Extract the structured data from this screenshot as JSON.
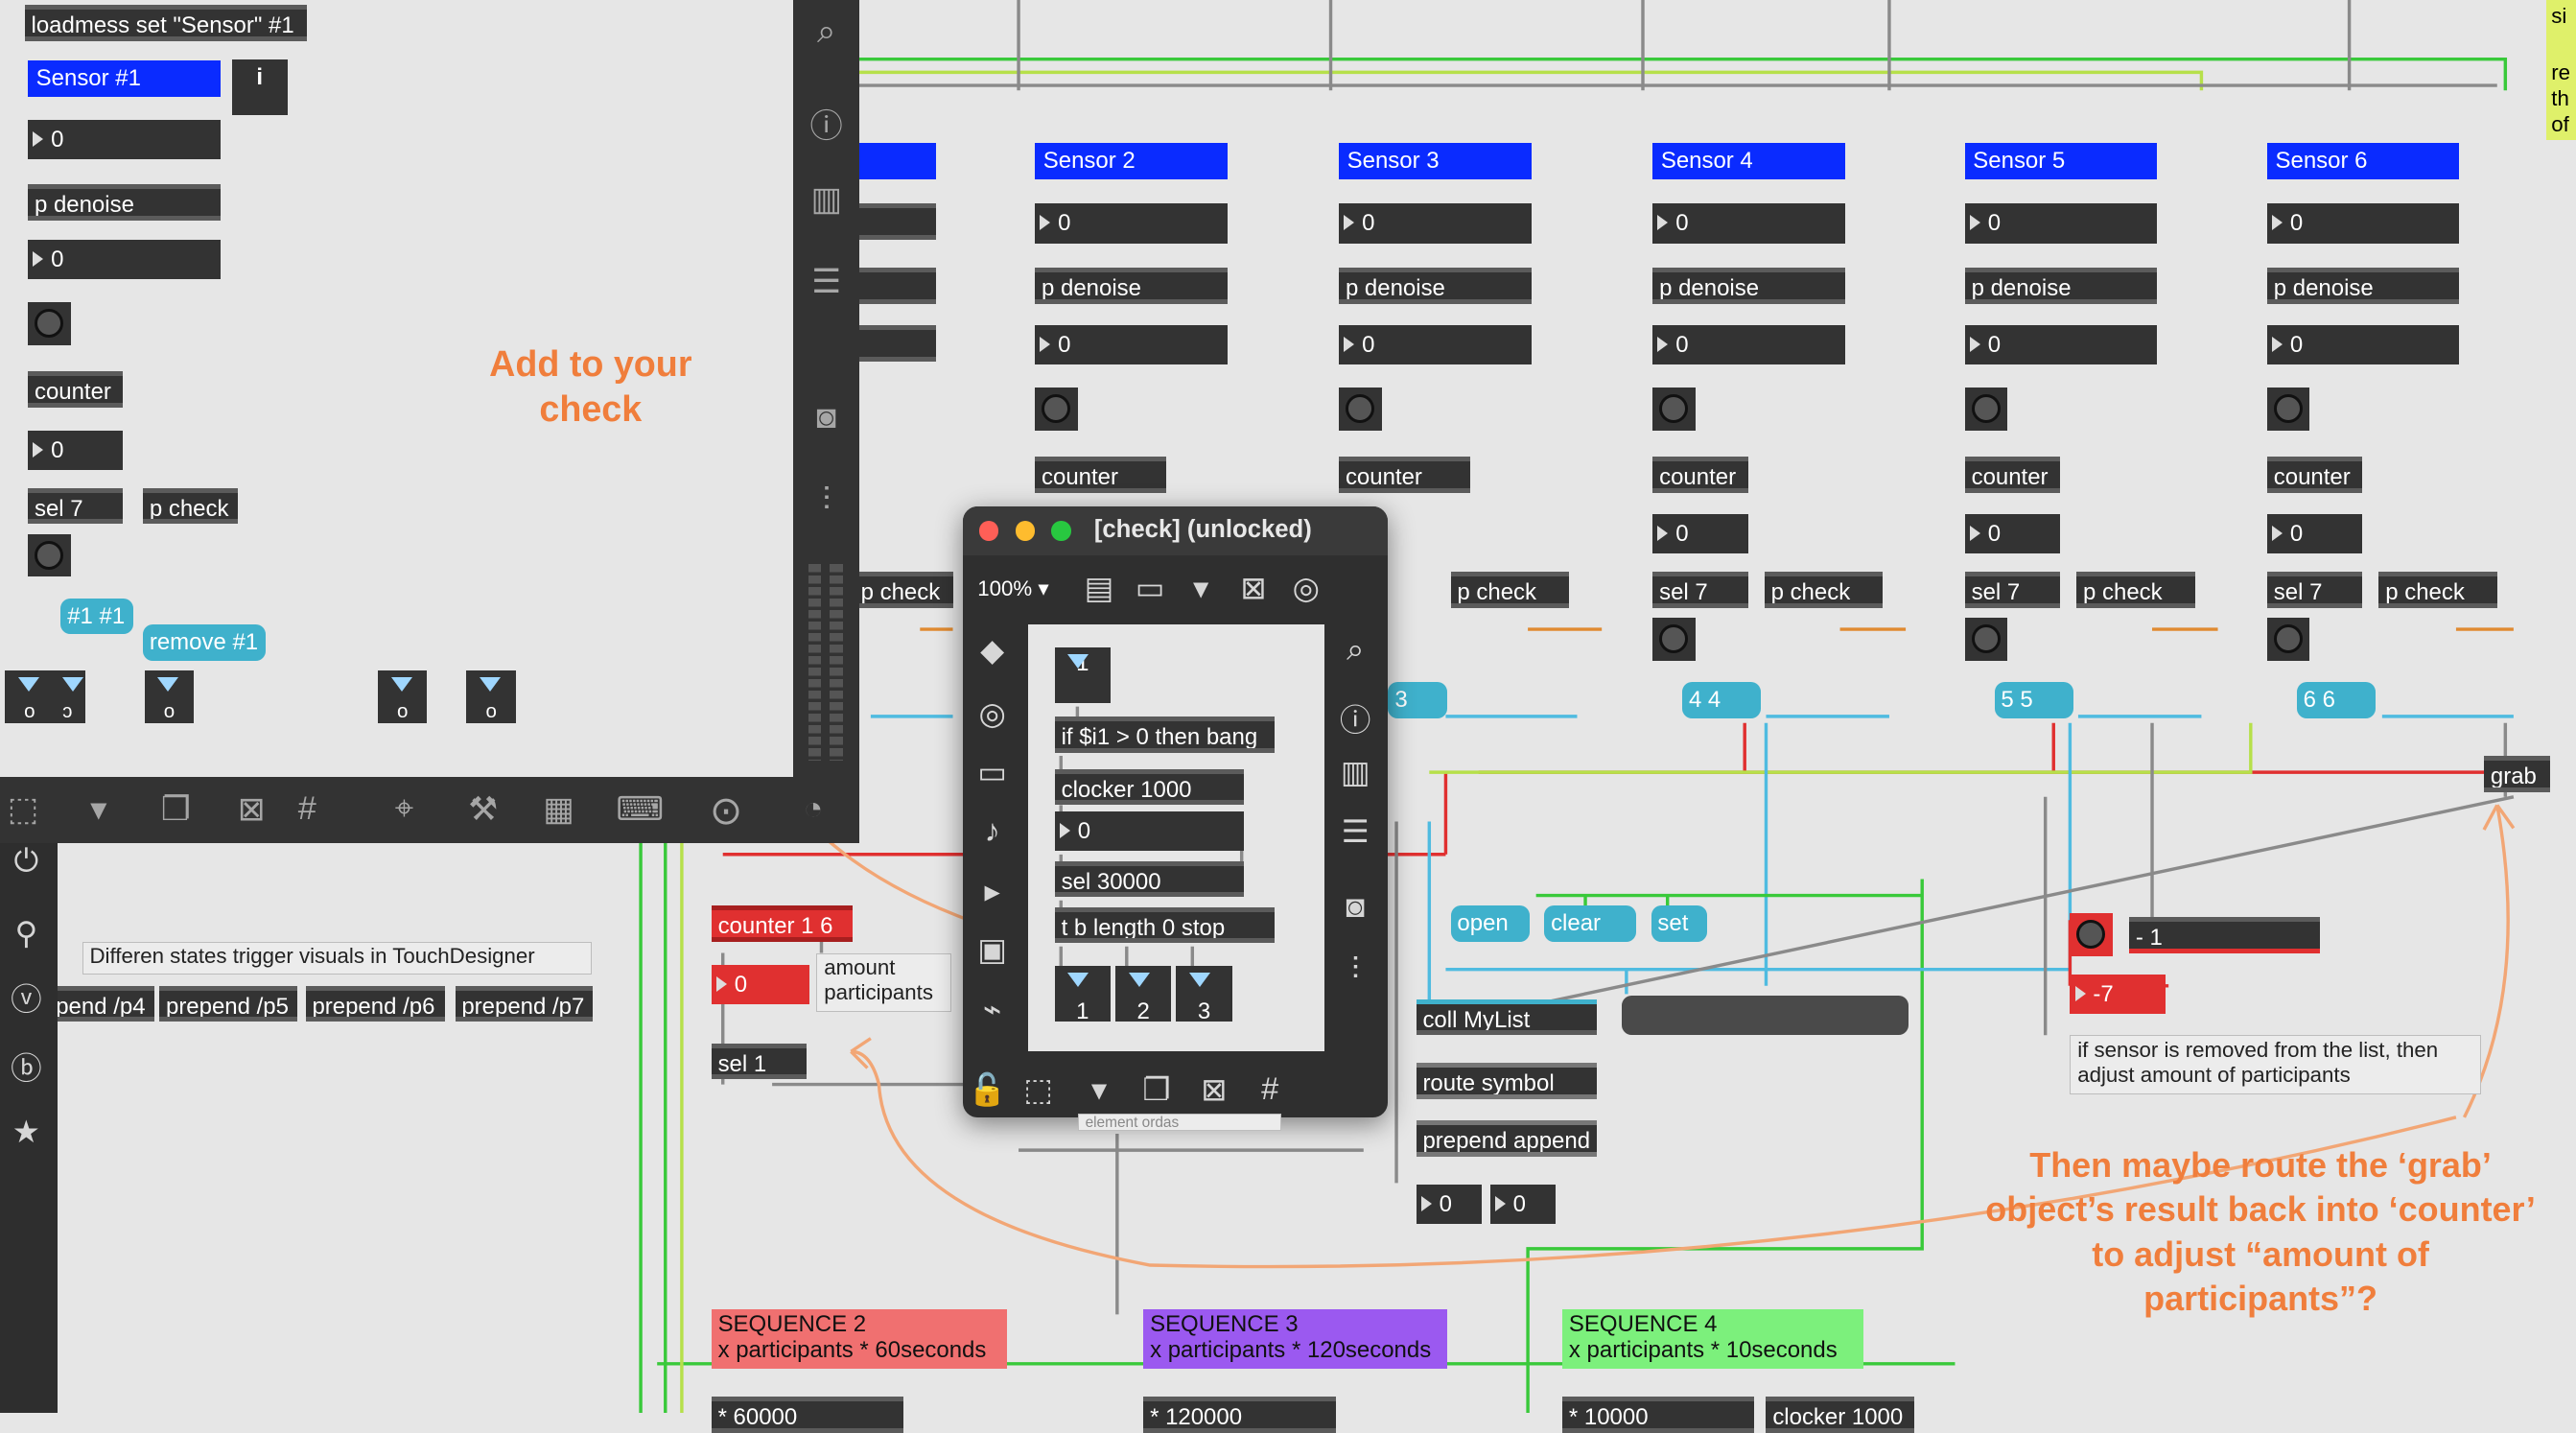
{
  "patch": {
    "sensors": [
      "Sensor #1",
      "Sensor 2",
      "Sensor 3",
      "Sensor 4",
      "Sensor 5",
      "Sensor 6"
    ],
    "loadmess": "loadmess set \"Sensor\" #1",
    "info_btn": "i",
    "num_zero": "0",
    "p_denoise": "p denoise",
    "counter": "counter",
    "sel7": "sel 7",
    "p_check": "p check",
    "msg_args": "#1 #1",
    "remove_msg": "remove #1",
    "outlet_label": "o",
    "partial_outlet_label": "ɔ",
    "pair_msgs": [
      "3",
      "4 4",
      "5 5",
      "6 6"
    ],
    "grab": "grab",
    "counter16": "counter 1 6",
    "amount_participants": "amount participants",
    "sel1": "sel 1",
    "prepend": [
      "pend /p4",
      "prepend /p5",
      "prepend /p6",
      "prepend /p7"
    ],
    "states_comment": "Differen  states trigger visuals in TouchDesigner",
    "open": "open",
    "clear": "clear",
    "set": "set",
    "coll": "coll MyList",
    "route": "route symbol",
    "prepend_append": "prepend append",
    "minus1": "- 1",
    "neg7": "-7",
    "sensor_removed_comment": "if sensor is removed from the list, then adjust amount of participants",
    "sequences": [
      {
        "title": "SEQUENCE 2",
        "sub": "x participants * 60seconds",
        "color": "#f07070"
      },
      {
        "title": "SEQUENCE 3",
        "sub": "x participants * 120seconds",
        "color": "#9b59f0"
      },
      {
        "title": "SEQUENCE 4",
        "sub": "x participants * 10seconds",
        "color": "#7cf07c"
      }
    ],
    "edge_text": [
      "si",
      "re",
      "th",
      "of"
    ],
    "partial_bottom": [
      "* 60000",
      "* 120000",
      "* 10000",
      "clocker 1000"
    ],
    "behind_popup": "element ordas"
  },
  "annotations": {
    "add_check": "Add to your check",
    "route_grab": "Then maybe route the ‘grab’ object’s result back into ‘counter’ to adjust “amount of participants”?"
  },
  "popup": {
    "title": "[check] (unlocked)",
    "zoom": "100%",
    "inlet": "1",
    "if_obj": "if $i1 > 0 then bang",
    "clocker": "clocker 1000",
    "num": "0",
    "sel": "sel 30000",
    "tb": "t b length 0 stop",
    "outlets": [
      "1",
      "2",
      "3"
    ]
  },
  "colors": {
    "accent_blue": "#0a2bff",
    "msg_cyan": "#3fb1cc",
    "wire_green": "#39c93a",
    "wire_lime": "#b6e04a",
    "wire_orange": "#e08a30",
    "wire_red": "#e03030",
    "wire_blue": "#4fbbe0",
    "annotation_orange": "#f07e3c"
  }
}
